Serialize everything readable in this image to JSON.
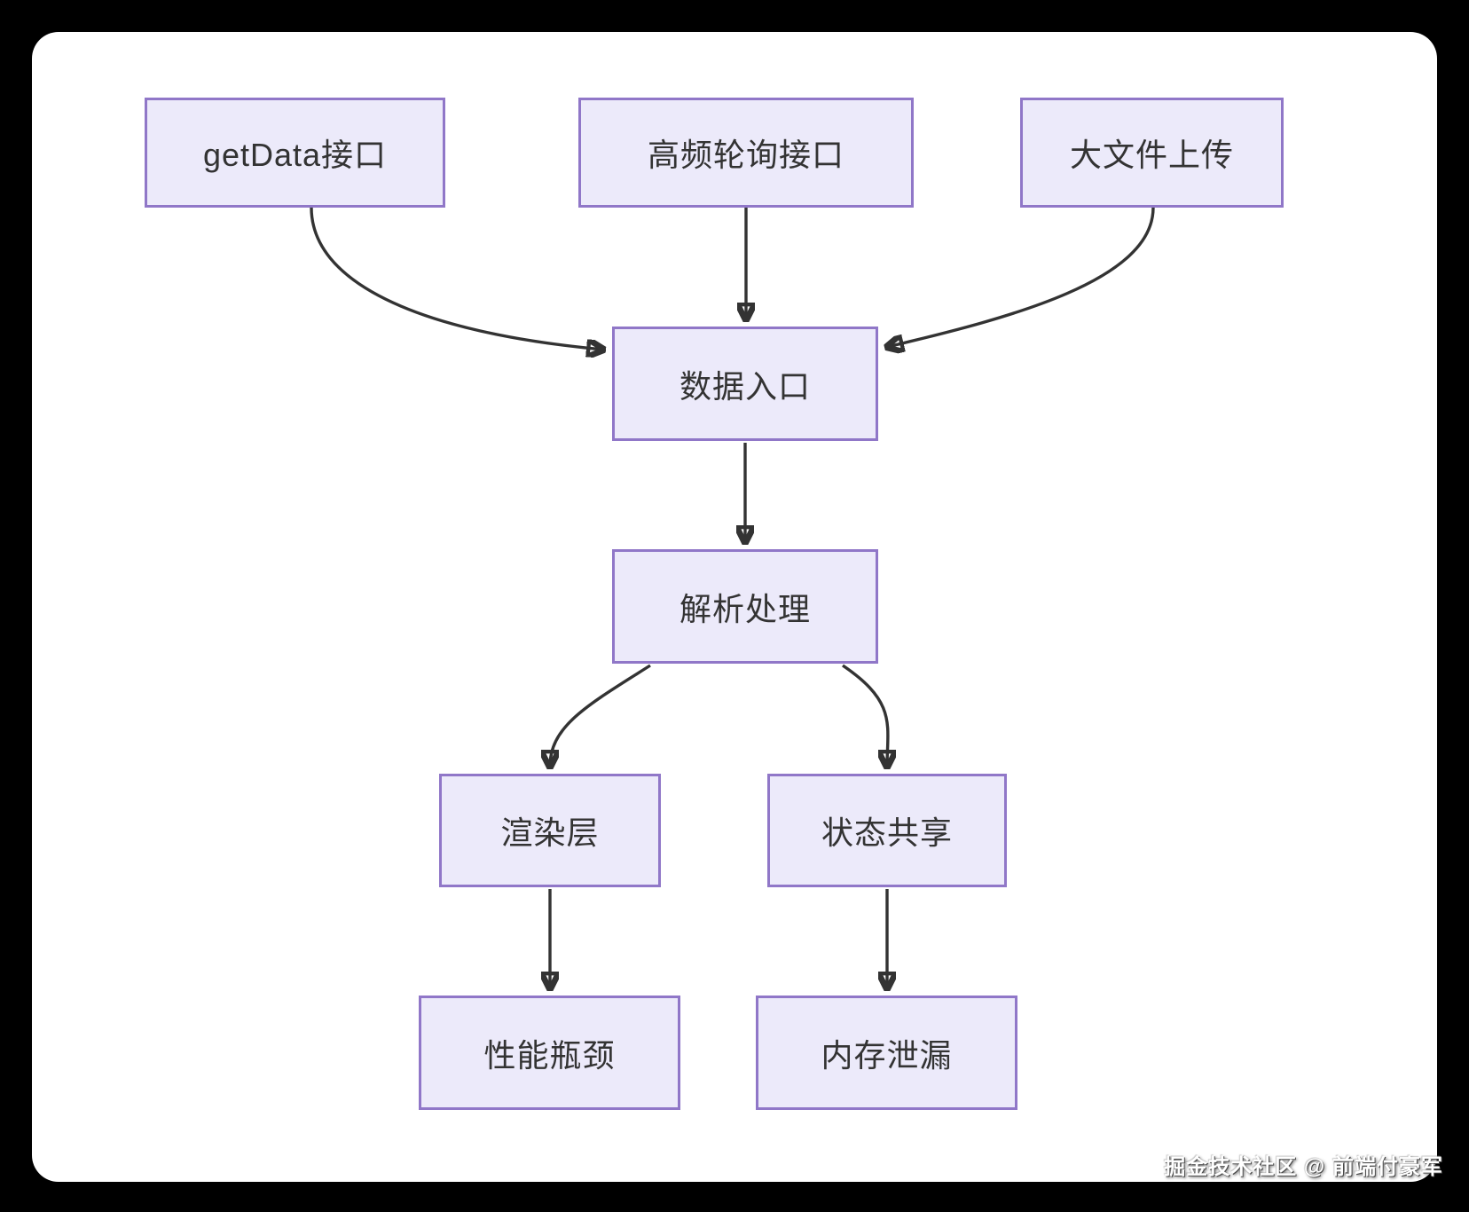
{
  "diagram": {
    "type": "flowchart",
    "nodes": [
      {
        "id": "getdata-api",
        "label": "getData接口"
      },
      {
        "id": "high-freq-polling-api",
        "label": "高频轮询接口"
      },
      {
        "id": "large-file-upload",
        "label": "大文件上传"
      },
      {
        "id": "data-entry",
        "label": "数据入口"
      },
      {
        "id": "parse-processing",
        "label": "解析处理"
      },
      {
        "id": "render-layer",
        "label": "渲染层"
      },
      {
        "id": "state-sharing",
        "label": "状态共享"
      },
      {
        "id": "performance-bottleneck",
        "label": "性能瓶颈"
      },
      {
        "id": "memory-leak",
        "label": "内存泄漏"
      }
    ],
    "edges": [
      {
        "from": "getdata-api",
        "to": "data-entry"
      },
      {
        "from": "high-freq-polling-api",
        "to": "data-entry"
      },
      {
        "from": "large-file-upload",
        "to": "data-entry"
      },
      {
        "from": "data-entry",
        "to": "parse-processing"
      },
      {
        "from": "parse-processing",
        "to": "render-layer"
      },
      {
        "from": "parse-processing",
        "to": "state-sharing"
      },
      {
        "from": "render-layer",
        "to": "performance-bottleneck"
      },
      {
        "from": "state-sharing",
        "to": "memory-leak"
      }
    ],
    "colors": {
      "node_fill": "#ECEAFA",
      "node_border": "#9077C8",
      "node_text": "#333333",
      "edge_stroke": "#333333",
      "card_background": "#FFFFFF",
      "outer_background": "#000000"
    }
  },
  "watermark": {
    "text": "掘金技术社区 @ 前端付豪军"
  }
}
